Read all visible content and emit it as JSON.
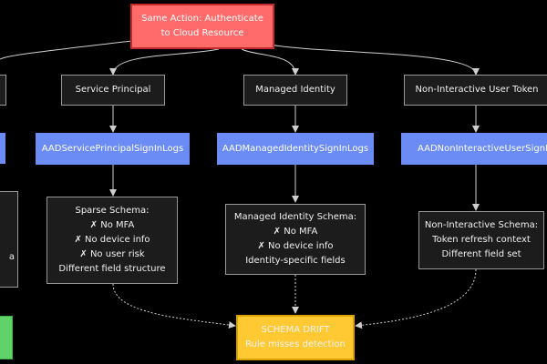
{
  "diagram": {
    "root": {
      "lines": [
        "Same Action: Authenticate",
        "to Cloud Resource"
      ]
    },
    "auth_types": [
      {
        "label": "Service Principal"
      },
      {
        "label": "Managed Identity"
      },
      {
        "label": "Non-Interactive User Token"
      }
    ],
    "log_tables": [
      {
        "label": "AADServicePrincipalSignInLogs"
      },
      {
        "label": "AADManagedIdentitySignInLogs"
      },
      {
        "label": "AADNonInteractiveUserSignInLogs"
      }
    ],
    "schemas": [
      {
        "lines": [
          "Sparse Schema:",
          "✗ No MFA",
          "✗ No device info",
          "✗ No user risk",
          "Different field structure"
        ]
      },
      {
        "lines": [
          "Managed Identity Schema:",
          "✗ No MFA",
          "✗ No device info",
          "Identity-specific fields"
        ]
      },
      {
        "lines": [
          "Non-Interactive Schema:",
          "Token refresh context",
          "Different field set"
        ]
      }
    ],
    "left_partial": {
      "schema_text": "a"
    },
    "result": {
      "lines": [
        "SCHEMA DRIFT",
        "Rule misses detection"
      ]
    }
  },
  "colors": {
    "background": "#000000",
    "root_fill": "#ff6b6b",
    "table_fill": "#6b8cf5",
    "result_fill": "#ffc933",
    "green_fill": "#5fd36a",
    "edge": "#cfcfcf"
  }
}
